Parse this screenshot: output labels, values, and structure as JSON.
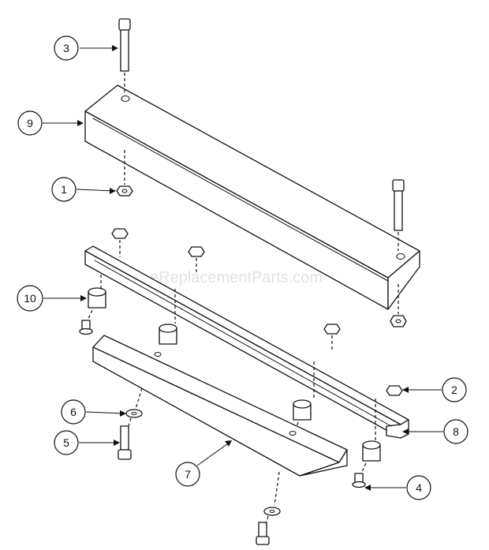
{
  "watermark": "eReplacementParts.com",
  "callouts": [
    {
      "id": "1",
      "label": "1"
    },
    {
      "id": "2",
      "label": "2"
    },
    {
      "id": "3",
      "label": "3"
    },
    {
      "id": "4",
      "label": "4"
    },
    {
      "id": "5",
      "label": "5"
    },
    {
      "id": "6",
      "label": "6"
    },
    {
      "id": "7",
      "label": "7"
    },
    {
      "id": "8",
      "label": "8"
    },
    {
      "id": "9",
      "label": "9"
    },
    {
      "id": "10",
      "label": "10"
    }
  ]
}
